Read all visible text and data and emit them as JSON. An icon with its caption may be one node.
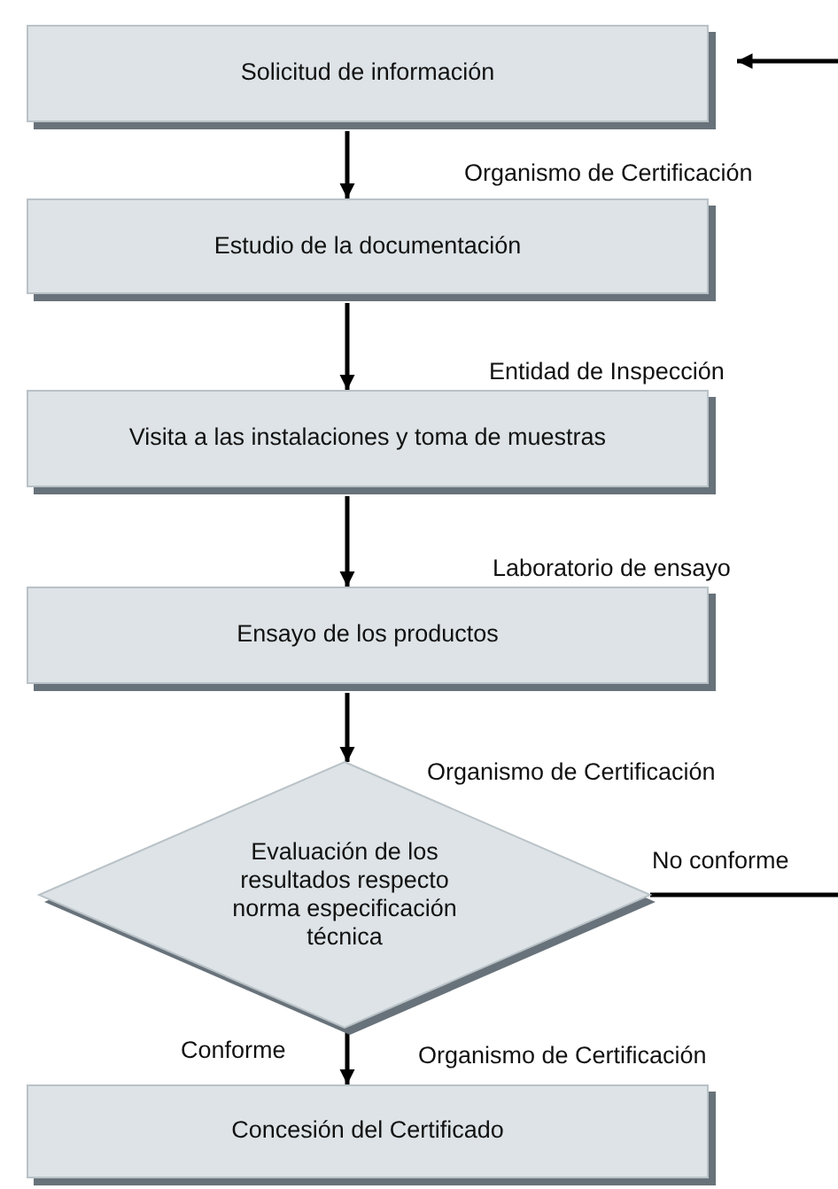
{
  "diagram": {
    "nodes": [
      {
        "text": [
          "Solicitud de información"
        ]
      },
      {
        "text": [
          "Estudio de la documentación"
        ],
        "beside": [
          "Organismo de Certificación"
        ]
      },
      {
        "text": [
          "Visita a las instalaciones y toma de muestras"
        ],
        "beside": [
          "Entidad de Inspección"
        ]
      },
      {
        "text": [
          "Ensayo de los productos"
        ],
        "beside": [
          "Laboratorio de ensayo"
        ]
      },
      {
        "text": [
          "Evaluación de los resultados respecto norma especificación técnica"
        ],
        "beside": [
          "Organismo de Certificación"
        ]
      },
      {
        "text": [
          "Concesión del Certificado"
        ],
        "beside": [
          "Organismo de Certificación"
        ]
      }
    ],
    "edges": [
      {
        "from": null,
        "to": 0,
        "arrow": "to"
      },
      {
        "from": 0,
        "to": 1,
        "arrow": "to"
      },
      {
        "from": 1,
        "to": 2,
        "arrow": "to"
      },
      {
        "from": 2,
        "to": 3,
        "arrow": "to"
      },
      {
        "from": 3,
        "to": 4,
        "arrow": "to"
      },
      {
        "from": 4,
        "to": 5,
        "arrow": "to",
        "label": "Conforme"
      },
      {
        "from": 4,
        "to": null,
        "arrow": "none",
        "label": "No conforme"
      }
    ]
  }
}
